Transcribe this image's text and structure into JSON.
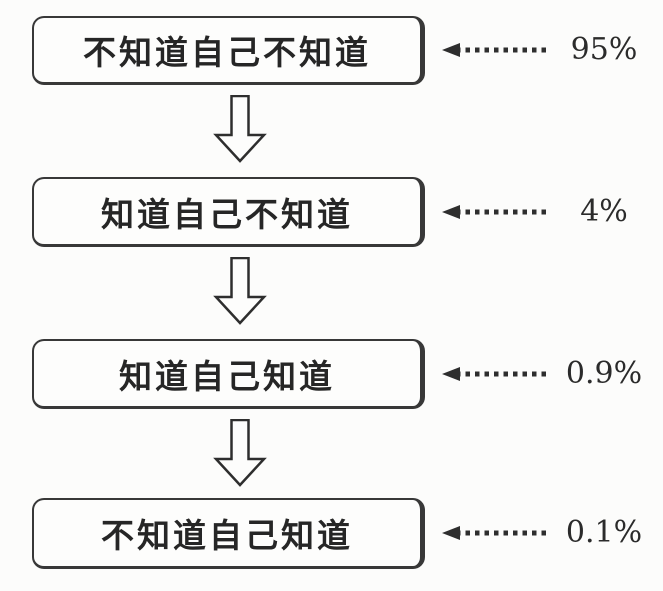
{
  "diagram": {
    "type": "flowchart",
    "rows": [
      {
        "label": "不知道自己不知道",
        "value": "95%"
      },
      {
        "label": "知道自己不知道",
        "value": "4%"
      },
      {
        "label": "知道自己知道",
        "value": "0.9%"
      },
      {
        "label": "不知道自己知道",
        "value": "0.1%"
      }
    ],
    "icons": {
      "between_boxes": "down-arrow-icon",
      "value_pointer": "dotted-arrow-icon"
    },
    "colors": {
      "ink": "#2e2e2e",
      "box_border": "#383838",
      "background": "#fcfcfb"
    }
  }
}
